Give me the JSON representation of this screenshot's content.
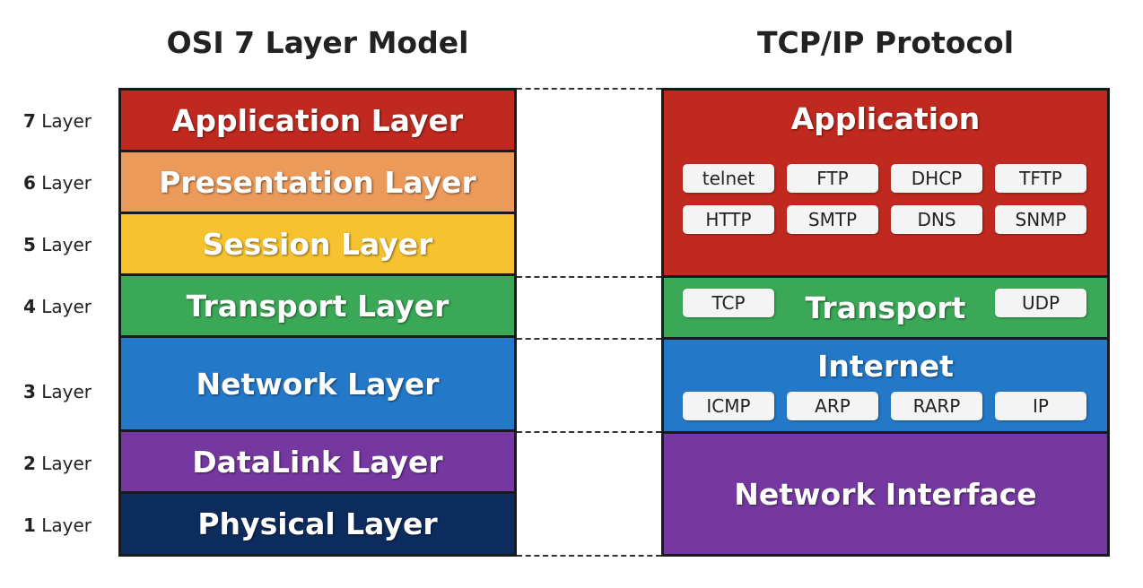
{
  "titles": {
    "osi": "OSI 7 Layer Model",
    "tcpip": "TCP/IP Protocol"
  },
  "layer_labels": [
    {
      "num": "7",
      "word": "Layer"
    },
    {
      "num": "6",
      "word": "Layer"
    },
    {
      "num": "5",
      "word": "Layer"
    },
    {
      "num": "4",
      "word": "Layer"
    },
    {
      "num": "3",
      "word": "Layer"
    },
    {
      "num": "2",
      "word": "Layer"
    },
    {
      "num": "1",
      "word": "Layer"
    }
  ],
  "osi_layers": [
    {
      "name": "Application Layer",
      "color": "#c0291f"
    },
    {
      "name": "Presentation Layer",
      "color": "#ec9a5a"
    },
    {
      "name": "Session Layer",
      "color": "#f6c22f"
    },
    {
      "name": "Transport Layer",
      "color": "#3aa856"
    },
    {
      "name": "Network Layer",
      "color": "#2378c8"
    },
    {
      "name": "DataLink Layer",
      "color": "#7538a0"
    },
    {
      "name": "Physical Layer",
      "color": "#0d2c5e"
    }
  ],
  "tcpip": {
    "application": {
      "name": "Application",
      "color": "#c0291f",
      "protocols": [
        "telnet",
        "FTP",
        "DHCP",
        "TFTP",
        "HTTP",
        "SMTP",
        "DNS",
        "SNMP"
      ]
    },
    "transport": {
      "name": "Transport",
      "color": "#3aa856",
      "protocols": [
        "TCP",
        "UDP"
      ]
    },
    "internet": {
      "name": "Internet",
      "color": "#2378c8",
      "protocols": [
        "ICMP",
        "ARP",
        "RARP",
        "IP"
      ]
    },
    "network_interface": {
      "name": "Network Interface",
      "color": "#7538a0"
    }
  }
}
